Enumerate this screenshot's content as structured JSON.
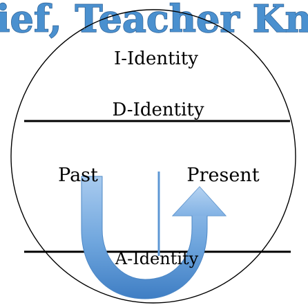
{
  "title": "ief, Teacher Kn",
  "labels": {
    "i_identity": "I-Identity",
    "d_identity": "D-Identity",
    "past": "Past",
    "present": "Present",
    "a_identity": "A-Identity"
  },
  "colors": {
    "title": "#4a90cf",
    "arrow_light": "#a9cbef",
    "arrow_dark": "#3f7ec4",
    "line": "#000000"
  }
}
